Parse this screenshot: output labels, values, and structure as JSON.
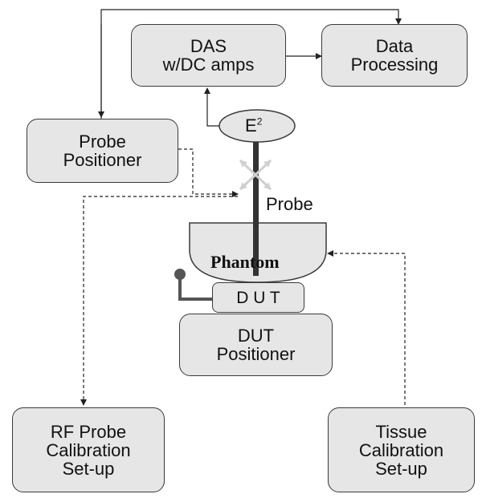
{
  "diagram": {
    "das_box": {
      "line1": "DAS",
      "line2": "w/DC amps"
    },
    "data_processing_box": {
      "line1": "Data",
      "line2": "Processing"
    },
    "probe_positioner_box": {
      "line1": "Probe",
      "line2": "Positioner"
    },
    "e2_node": {
      "base": "E",
      "sup": "2"
    },
    "probe_label": "Probe",
    "phantom_label": "Phantom",
    "dut_label": "D U T",
    "dut_positioner_box": {
      "line1": "DUT",
      "line2": "Positioner"
    },
    "rf_probe_box": {
      "line1": "RF Probe",
      "line2": "Calibration",
      "line3": "Set-up"
    },
    "tissue_box": {
      "line1": "Tissue",
      "line2": "Calibration",
      "line3": "Set-up"
    }
  },
  "colors": {
    "box_fill": "#e6e6e6",
    "stroke": "#3a3a3a",
    "probe_shaft": "#333333",
    "motion_arrows": "#d0d0d0",
    "antenna": "#555555"
  }
}
